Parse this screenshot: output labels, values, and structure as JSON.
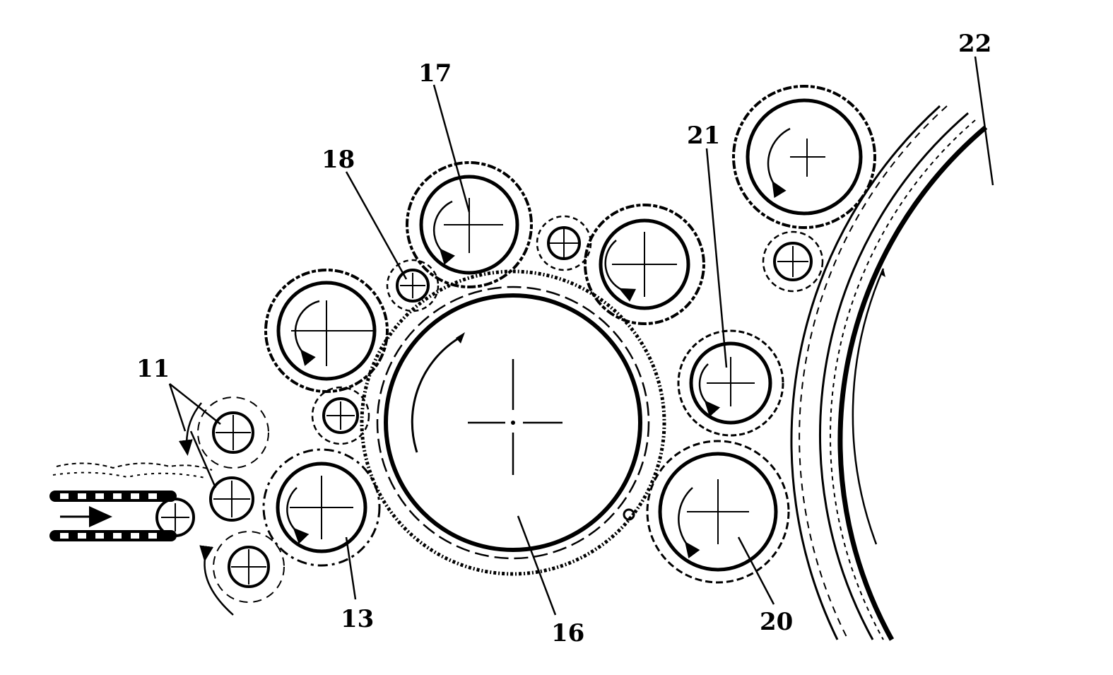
{
  "labels": {
    "l11": "11",
    "l13": "13",
    "l16": "16",
    "l17": "17",
    "l18": "18",
    "l20": "20",
    "l21": "21",
    "l22": "22"
  },
  "colors": {
    "ink": "#000000",
    "paper": "#ffffff"
  }
}
